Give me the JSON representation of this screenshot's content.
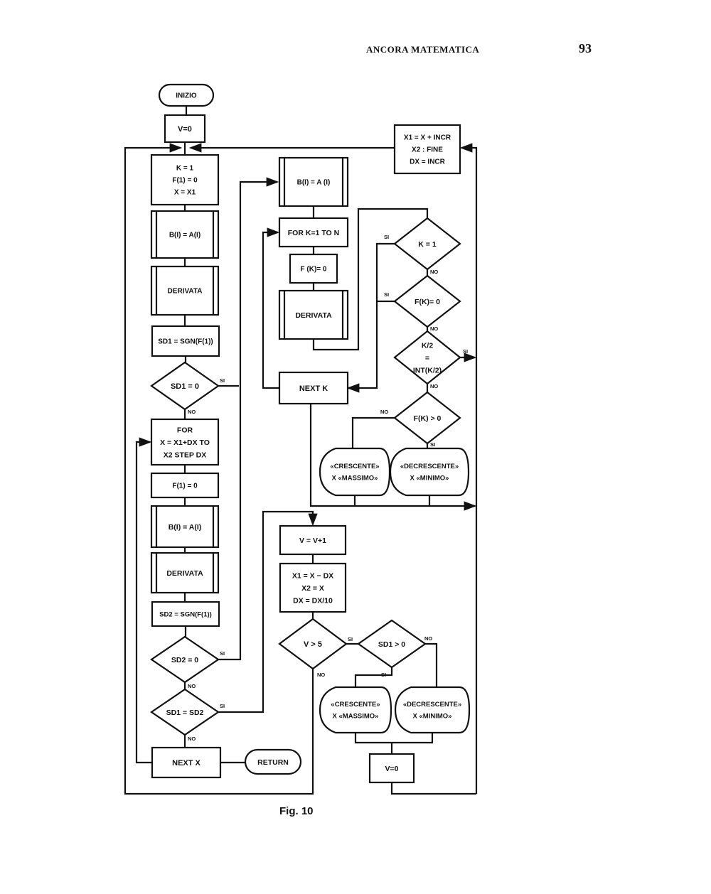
{
  "page": {
    "running_head": "ANCORA MATEMATICA",
    "page_number": "93",
    "caption": "Fig. 10"
  },
  "labels": {
    "yes": "SI",
    "no": "NO"
  },
  "nodes": {
    "start": [
      "INIZIO"
    ],
    "v_init": [
      "V=0"
    ],
    "init_vars": [
      "K = 1",
      "F(1) = 0",
      "X = X1"
    ],
    "copy1": [
      "B(I) = A(I)"
    ],
    "deriv1": [
      "DERIVATA"
    ],
    "sd1": [
      "SD1 = SGN(F(1))"
    ],
    "dec_sd1": [
      "SD1 = 0"
    ],
    "for_x": [
      "FOR",
      "X = X1+DX TO",
      "X2 STEP DX"
    ],
    "f1_zero": [
      "F(1) = 0"
    ],
    "copy2": [
      "B(I) = A(I)"
    ],
    "deriv2": [
      "DERIVATA"
    ],
    "sd2": [
      "SD2 = SGN(F(1))"
    ],
    "dec_sd2": [
      "SD2 = 0"
    ],
    "dec_sd1_sd2": [
      "SD1 = SD2"
    ],
    "next_x": [
      "NEXT X"
    ],
    "return": [
      "RETURN"
    ],
    "copy3": [
      "B(I) = A (I)"
    ],
    "for_k": [
      "FOR K=1 TO N"
    ],
    "fk_zero": [
      "F (K)= 0"
    ],
    "deriv3": [
      "DERIVATA"
    ],
    "next_k": [
      "NEXT K"
    ],
    "set_range": [
      "X1 = X + INCR",
      "X2 : FINE",
      "DX = INCR"
    ],
    "dec_k1": [
      "K = 1"
    ],
    "dec_fk0": [
      "F(K)= 0"
    ],
    "dec_k2": [
      "K/2",
      "=",
      "INT(K/2)"
    ],
    "dec_fkpos": [
      "F(K) > 0"
    ],
    "out_cres1": [
      "«CRESCENTE»",
      "X «MASSIMO»"
    ],
    "out_decr1": [
      "«DECRESCENTE»",
      "X «MINIMO»"
    ],
    "v_inc": [
      "V = V+1"
    ],
    "refine": [
      "X1 = X − DX",
      "X2 = X",
      "DX = DX/10"
    ],
    "dec_v5": [
      "V > 5"
    ],
    "dec_sd1pos": [
      "SD1 > 0"
    ],
    "out_cres2": [
      "«CRESCENTE»",
      "X «MASSIMO»"
    ],
    "out_decr2": [
      "«DECRESCENTE»",
      "X «MINIMO»"
    ],
    "v_reset": [
      "V=0"
    ]
  },
  "edge_labels": [
    {
      "id": "sd1-yes",
      "text": "SI"
    },
    {
      "id": "sd1-no",
      "text": "NO"
    },
    {
      "id": "sd2-yes",
      "text": "SI"
    },
    {
      "id": "sd2-no",
      "text": "NO"
    },
    {
      "id": "sd1sd2-yes",
      "text": "SI"
    },
    {
      "id": "sd1sd2-no",
      "text": "NO"
    },
    {
      "id": "k1-yes",
      "text": "SI"
    },
    {
      "id": "k1-no",
      "text": "NO"
    },
    {
      "id": "fk0-yes",
      "text": "SI"
    },
    {
      "id": "fk0-no",
      "text": "NO"
    },
    {
      "id": "k2-yes",
      "text": "SI"
    },
    {
      "id": "k2-no",
      "text": "NO"
    },
    {
      "id": "fkpos-no",
      "text": "NO"
    },
    {
      "id": "fkpos-yes",
      "text": "SI"
    },
    {
      "id": "v5-yes",
      "text": "SI"
    },
    {
      "id": "v5-no",
      "text": "NO"
    },
    {
      "id": "sd1pos-no",
      "text": "NO"
    },
    {
      "id": "sd1pos-yes",
      "text": "SI"
    }
  ]
}
